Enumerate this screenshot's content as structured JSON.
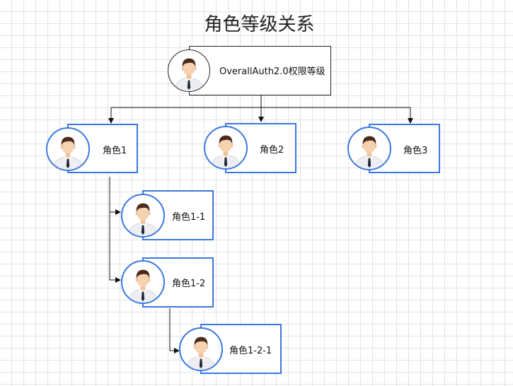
{
  "diagram": {
    "title": "角色等级关系",
    "nodes": {
      "root": {
        "label": "OverallAuth2.0权限等级",
        "icon": "person-avatar-icon"
      },
      "role1": {
        "label": "角色1",
        "icon": "person-avatar-icon"
      },
      "role2": {
        "label": "角色2",
        "icon": "person-avatar-icon"
      },
      "role3": {
        "label": "角色3",
        "icon": "person-avatar-icon"
      },
      "role1_1": {
        "label": "角色1-1",
        "icon": "person-avatar-icon"
      },
      "role1_2": {
        "label": "角色1-2",
        "icon": "person-avatar-icon"
      },
      "role1_2_1": {
        "label": "角色1-2-1",
        "icon": "person-avatar-icon"
      }
    },
    "colors": {
      "accent": "#3a78e0",
      "root_border": "#222222",
      "grid": "#e3e3e3"
    }
  }
}
